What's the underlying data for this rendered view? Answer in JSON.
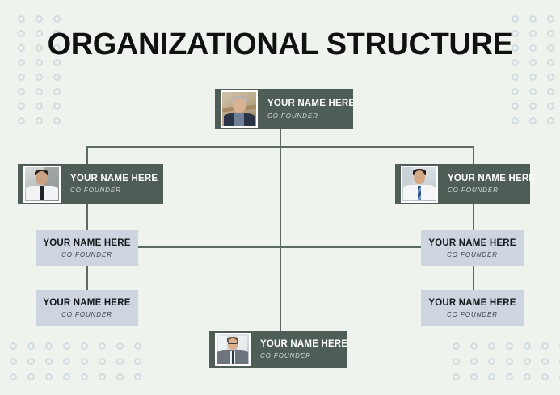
{
  "page": {
    "title": "ORGANIZATIONAL STRUCTURE",
    "background_color": "#eef4ed",
    "accent_dark": "#4f5d57",
    "accent_light": "#ccd5e0",
    "line_color": "#5b6b63",
    "title_color": "#111111"
  },
  "decor": {
    "dot_color": "#ccd7e0",
    "patterns": [
      {
        "name": "top-left",
        "rows": 8,
        "cols": 3
      },
      {
        "name": "top-right",
        "rows": 8,
        "cols": 3
      },
      {
        "name": "bottom-left",
        "rows": 3,
        "cols": 8
      },
      {
        "name": "bottom-right",
        "rows": 3,
        "cols": 8
      }
    ]
  },
  "chart_data": {
    "type": "diagram",
    "title": "ORGANIZATIONAL STRUCTURE",
    "layout": "org-chart",
    "nodes": [
      {
        "id": "root",
        "name": "YOUR NAME HERE",
        "role": "CO FOUNDER",
        "style": "dark",
        "has_photo": true,
        "level": 0,
        "position": "top-center"
      },
      {
        "id": "left-1",
        "name": "YOUR NAME HERE",
        "role": "CO FOUNDER",
        "style": "dark",
        "has_photo": true,
        "level": 1,
        "position": "left"
      },
      {
        "id": "right-1",
        "name": "YOUR NAME HERE",
        "role": "CO FOUNDER",
        "style": "dark",
        "has_photo": true,
        "level": 1,
        "position": "right"
      },
      {
        "id": "left-2",
        "name": "YOUR NAME HERE",
        "role": "CO FOUNDER",
        "style": "light",
        "has_photo": false,
        "level": 2,
        "position": "left"
      },
      {
        "id": "right-2",
        "name": "YOUR NAME HERE",
        "role": "CO FOUNDER",
        "style": "light",
        "has_photo": false,
        "level": 2,
        "position": "right"
      },
      {
        "id": "left-3",
        "name": "YOUR NAME HERE",
        "role": "CO FOUNDER",
        "style": "light",
        "has_photo": false,
        "level": 3,
        "position": "left"
      },
      {
        "id": "right-3",
        "name": "YOUR NAME HERE",
        "role": "CO FOUNDER",
        "style": "light",
        "has_photo": false,
        "level": 3,
        "position": "right"
      },
      {
        "id": "bottom",
        "name": "YOUR NAME HERE",
        "role": "CO FOUNDER",
        "style": "dark",
        "has_photo": true,
        "level": 3,
        "position": "bottom-center"
      }
    ],
    "edges": [
      {
        "from": "root",
        "to": "left-1"
      },
      {
        "from": "root",
        "to": "right-1"
      },
      {
        "from": "root",
        "to": "bottom"
      },
      {
        "from": "left-1",
        "to": "left-2"
      },
      {
        "from": "left-2",
        "to": "left-3"
      },
      {
        "from": "right-1",
        "to": "right-2"
      },
      {
        "from": "right-2",
        "to": "right-3"
      },
      {
        "from": "left-2",
        "to": "right-2"
      }
    ]
  },
  "nodes": {
    "root": {
      "name": "YOUR NAME HERE",
      "role": "CO FOUNDER"
    },
    "left1": {
      "name": "YOUR NAME HERE",
      "role": "CO FOUNDER"
    },
    "right1": {
      "name": "YOUR NAME HERE",
      "role": "CO FOUNDER"
    },
    "left2": {
      "name": "YOUR NAME HERE",
      "role": "CO FOUNDER"
    },
    "right2": {
      "name": "YOUR NAME HERE",
      "role": "CO FOUNDER"
    },
    "left3": {
      "name": "YOUR NAME HERE",
      "role": "CO FOUNDER"
    },
    "right3": {
      "name": "YOUR NAME HERE",
      "role": "CO FOUNDER"
    },
    "bottom": {
      "name": "YOUR NAME HERE",
      "role": "CO FOUNDER"
    }
  }
}
